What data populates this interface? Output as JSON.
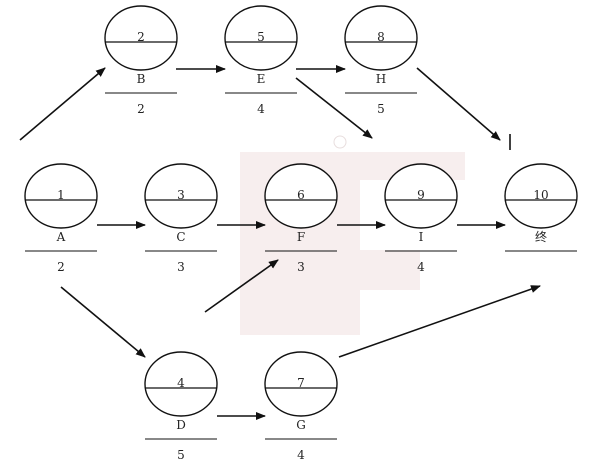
{
  "colors": {
    "stroke": "#111111",
    "text": "#222222",
    "watermark": "#f7eeee"
  },
  "nodes": [
    {
      "id": "A",
      "number": "1",
      "label": "A",
      "duration": "2"
    },
    {
      "id": "B",
      "number": "2",
      "label": "B",
      "duration": "2"
    },
    {
      "id": "C",
      "number": "3",
      "label": "C",
      "duration": "3"
    },
    {
      "id": "D",
      "number": "4",
      "label": "D",
      "duration": "5"
    },
    {
      "id": "E",
      "number": "5",
      "label": "E",
      "duration": "4"
    },
    {
      "id": "F",
      "number": "6",
      "label": "F",
      "duration": "3"
    },
    {
      "id": "G",
      "number": "7",
      "label": "G",
      "duration": "4"
    },
    {
      "id": "H",
      "number": "8",
      "label": "H",
      "duration": "5"
    },
    {
      "id": "I",
      "number": "9",
      "label": "I",
      "duration": "4"
    },
    {
      "id": "END",
      "number": "10",
      "label": "终",
      "duration": ""
    }
  ],
  "edges": [
    {
      "from": "A",
      "to": "B"
    },
    {
      "from": "B",
      "to": "E"
    },
    {
      "from": "E",
      "to": "H"
    },
    {
      "from": "E",
      "to": "I"
    },
    {
      "from": "H",
      "to": "END"
    },
    {
      "from": "A",
      "to": "C"
    },
    {
      "from": "C",
      "to": "F"
    },
    {
      "from": "F",
      "to": "I"
    },
    {
      "from": "I",
      "to": "END"
    },
    {
      "from": "A",
      "to": "D"
    },
    {
      "from": "D",
      "to": "F"
    },
    {
      "from": "D",
      "to": "G"
    },
    {
      "from": "G",
      "to": "END"
    }
  ]
}
